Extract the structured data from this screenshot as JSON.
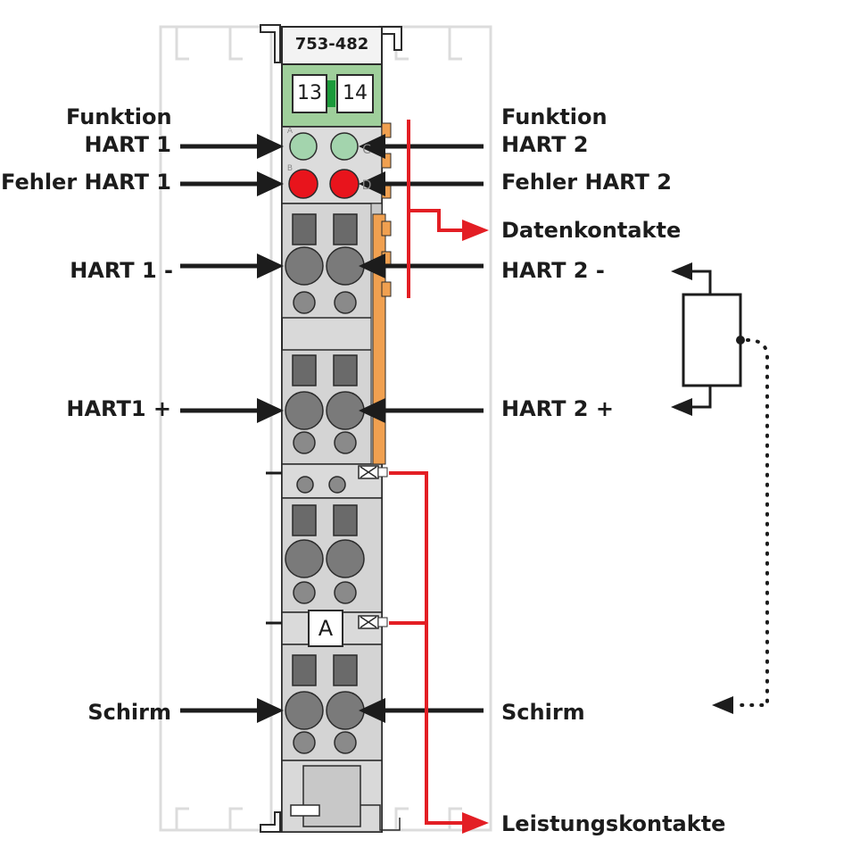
{
  "module": {
    "part_number": "753-482",
    "channel_left": "13",
    "channel_right": "14",
    "marker": "A",
    "led_letters": [
      "A",
      "C",
      "B",
      "D"
    ]
  },
  "labels": {
    "funktion_hart1": [
      "Funktion",
      "HART 1"
    ],
    "funktion_hart2": [
      "Funktion",
      "HART 2"
    ],
    "fehler_hart1": "Fehler HART 1",
    "fehler_hart2": "Fehler HART 2",
    "datenkontakte": "Datenkontakte",
    "hart1_minus": "HART 1 -",
    "hart2_minus": "HART 2 -",
    "hart1_plus": "HART1 +",
    "hart2_plus": "HART 2 +",
    "schirm_left": "Schirm",
    "schirm_right": "Schirm",
    "leistungskontakte": "Leistungskontakte"
  },
  "colors": {
    "led_green": "#a3d4ad",
    "led_red": "#e8141c",
    "contact_orange": "#f0a050",
    "signal_red": "#e31e24",
    "module_grey": "#d9d9d9",
    "channel_green": "#9fcf9b"
  }
}
